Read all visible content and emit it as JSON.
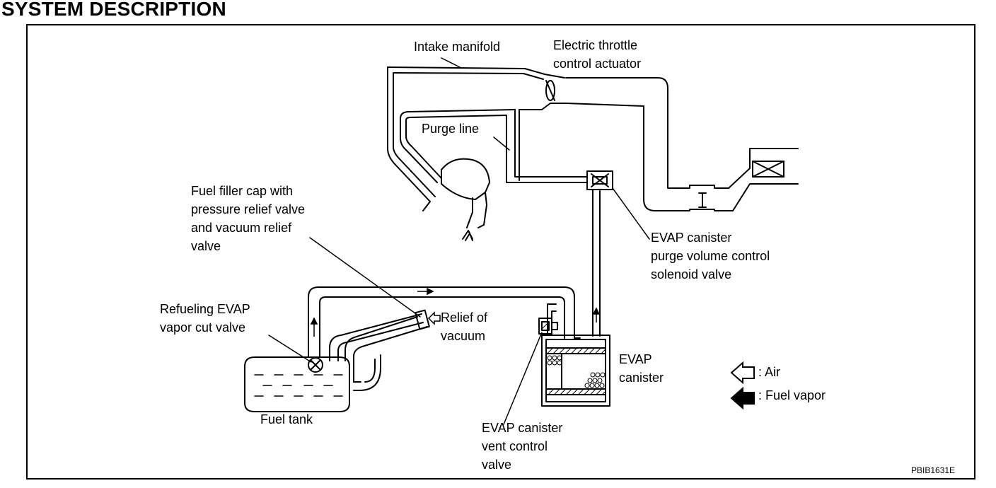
{
  "page": {
    "title": "SYSTEM DESCRIPTION",
    "figure_code": "PBIB1631E"
  },
  "labels": {
    "intake_manifold": "Intake manifold",
    "electric_throttle": "Electric throttle\ncontrol actuator",
    "purge_line": "Purge line",
    "fuel_filler_cap": "Fuel filler cap with\npressure relief valve\nand vacuum relief\nvalve",
    "purge_solenoid": "EVAP canister\npurge volume control\nsolenoid valve",
    "refueling_valve": "Refueling EVAP\nvapor cut valve",
    "relief_of_vacuum": "Relief of\nvacuum",
    "evap_canister": "EVAP\ncanister",
    "fuel_tank": "Fuel tank",
    "vent_control_valve": "EVAP canister\nvent control\nvalve"
  },
  "legend": {
    "air": ": Air",
    "fuel_vapor": ": Fuel vapor"
  }
}
